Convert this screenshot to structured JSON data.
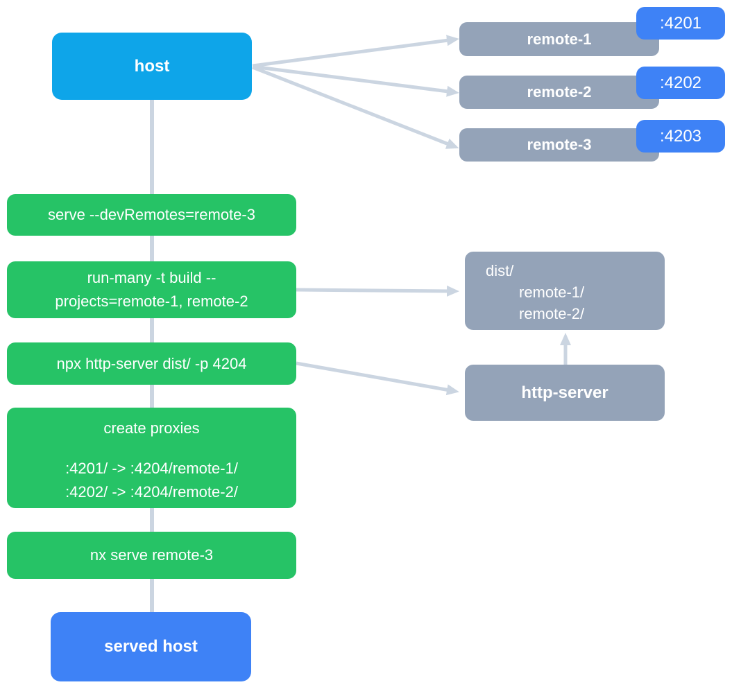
{
  "diagram": {
    "title": "nx module federation host serve flow",
    "colors": {
      "host_blue": "#0ea5e9",
      "accent_blue": "#3e82f6",
      "gray_node": "#94a3b8",
      "green_step": "#26c366",
      "connector": "#cbd5e1",
      "text": "#ffffff",
      "background": "#ffffff"
    },
    "nodes": {
      "host": {
        "label": "host"
      },
      "served_host": {
        "label": "served host"
      },
      "remotes": [
        {
          "label": "remote-1",
          "port": ":4201"
        },
        {
          "label": "remote-2",
          "port": ":4202"
        },
        {
          "label": "remote-3",
          "port": ":4203"
        }
      ],
      "steps": [
        {
          "label": "serve --devRemotes=remote-3"
        },
        {
          "line1": "run-many -t build --",
          "line2": "projects=remote-1, remote-2"
        },
        {
          "label": "npx http-server dist/ -p 4204"
        },
        {
          "title": "create proxies",
          "map1": ":4201/ -> :4204/remote-1/",
          "map2": ":4202/ -> :4204/remote-2/"
        },
        {
          "label": "nx serve remote-3"
        }
      ],
      "dist": {
        "line1": "dist/",
        "line2": "remote-1/",
        "line3": "remote-2/"
      },
      "http_server": {
        "label": "http-server"
      }
    }
  }
}
